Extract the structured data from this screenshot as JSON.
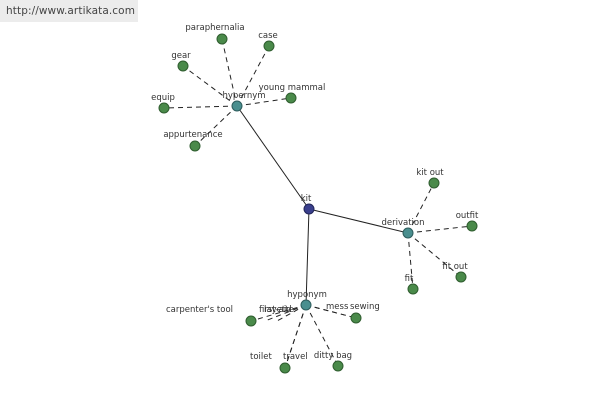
{
  "source_url": "http://www.artikata.com",
  "graph": {
    "root": "kit",
    "relations": [
      {
        "label": "hypernym",
        "children": [
          "paraphernalia",
          "case",
          "gear",
          "young mammal",
          "equip",
          "appurtenance"
        ]
      },
      {
        "label": "derivation",
        "children": [
          "kit out",
          "outfit",
          "fit",
          "fit out"
        ]
      },
      {
        "label": "hyponym",
        "children": [
          "carpenter's tool",
          "first-aid",
          "layette",
          "mess",
          "sewing",
          "toilet",
          "travel",
          "ditty bag"
        ]
      }
    ]
  },
  "colors": {
    "root_node": "#3a3f8c",
    "relation_node": "#4a8f8f",
    "leaf_node": "#4a8a4a",
    "edge": "#222222",
    "banner_bg": "#ececec"
  }
}
